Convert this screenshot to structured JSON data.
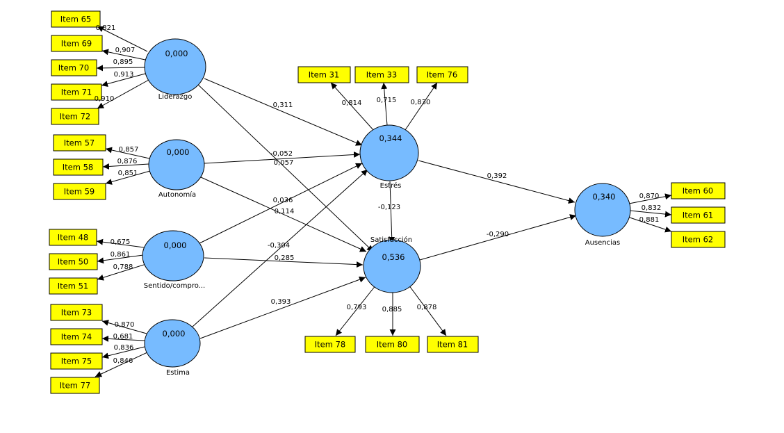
{
  "items": {
    "i65": "Item 65",
    "i69": "Item 69",
    "i70": "Item 70",
    "i71": "Item 71",
    "i72": "Item 72",
    "i57": "Item 57",
    "i58": "Item 58",
    "i59": "Item 59",
    "i48": "Item 48",
    "i50": "Item 50",
    "i51": "Item 51",
    "i73": "Item 73",
    "i74": "Item 74",
    "i75": "Item 75",
    "i77": "Item 77",
    "i31": "Item 31",
    "i33": "Item 33",
    "i76": "Item 76",
    "i78": "Item 78",
    "i80": "Item 80",
    "i81": "Item 81",
    "i60": "Item 60",
    "i61": "Item 61",
    "i62": "Item 62"
  },
  "constructs": {
    "liderazgo": {
      "name": "Liderazgo",
      "value": "0,000"
    },
    "autonomia": {
      "name": "Autonomía",
      "value": "0,000"
    },
    "sentido": {
      "name": "Sentido/compro...",
      "value": "0,000"
    },
    "estima": {
      "name": "Estima",
      "value": "0,000"
    },
    "estres": {
      "name": "Estrés",
      "value": "0,344"
    },
    "satisfaccion": {
      "name": "Satisfacción",
      "value": "0,536"
    },
    "ausencias": {
      "name": "Ausencias",
      "value": "0,340"
    }
  },
  "loadings": {
    "l65": "0,821",
    "l69": "0,907",
    "l70": "0,895",
    "l71": "0,913",
    "l72": "0,910",
    "l57": "0,857",
    "l58": "0,876",
    "l59": "0,851",
    "l48": "0,675",
    "l50": "0,861",
    "l51": "0,788",
    "l73": "0,870",
    "l74": "0,681",
    "l75": "0,836",
    "l77": "0,846",
    "l31": "0,814",
    "l33": "0,715",
    "l76": "0,830",
    "l78": "0,793",
    "l80": "0,885",
    "l81": "0,878",
    "l60": "0,870",
    "l61": "0,832",
    "l62": "0,881"
  },
  "paths": {
    "lid_est": "0,311",
    "aut_est": "-0,052",
    "lid_sat": "0,057",
    "sen_est": "0,036",
    "aut_sat": "0,114",
    "est_sat": "-0,123",
    "sen_sat": "0,285",
    "esti_est": "-0,304",
    "esti_sat": "0,393",
    "est_aus": "0,392",
    "sat_aus": "-0,290"
  },
  "colors": {
    "construct_fill": "#77bbff",
    "indicator_fill": "#ffff00"
  }
}
